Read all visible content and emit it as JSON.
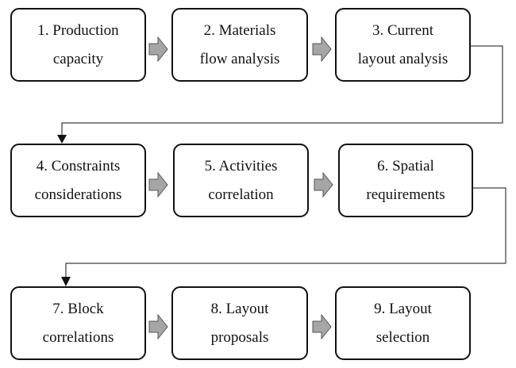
{
  "steps": [
    {
      "line1": "1. Production",
      "line2": "capacity"
    },
    {
      "line1": "2. Materials",
      "line2": "flow analysis"
    },
    {
      "line1": "3. Current",
      "line2": "layout analysis"
    },
    {
      "line1": "4. Constraints",
      "line2": "considerations"
    },
    {
      "line1": "5. Activities",
      "line2": "correlation"
    },
    {
      "line1": "6. Spatial",
      "line2": "requirements"
    },
    {
      "line1": "7. Block",
      "line2": "correlations"
    },
    {
      "line1": "8. Layout",
      "line2": "proposals"
    },
    {
      "line1": "9. Layout",
      "line2": "selection"
    }
  ],
  "colors": {
    "box_border": "#111111",
    "arrow_fill": "#a6a6a6",
    "arrow_stroke": "#555555",
    "connector": "#111111"
  }
}
